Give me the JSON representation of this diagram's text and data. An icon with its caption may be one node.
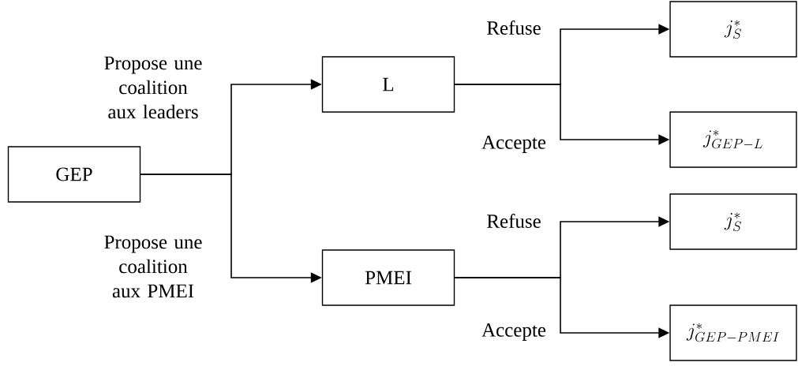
{
  "diagram": {
    "nodes": [
      {
        "text": [
          "GEP"
        ]
      },
      {
        "text": [
          "L"
        ]
      },
      {
        "text": [
          "PMEI"
        ]
      },
      {
        "text": [
          "j_S^*"
        ]
      },
      {
        "text": [
          "j^*_{GEP-L}"
        ]
      },
      {
        "text": [
          "j_S^*"
        ]
      },
      {
        "text": [
          "j^*_{GEP-PMEI}"
        ]
      }
    ],
    "edges": [
      {
        "from": 0,
        "to": 1,
        "arrow": "to",
        "label": "Propose une coalition aux leaders"
      },
      {
        "from": 0,
        "to": 2,
        "arrow": "to",
        "label": "Propose une coalition aux PMEI"
      },
      {
        "from": 1,
        "to": 3,
        "arrow": "to",
        "label": "Refuse"
      },
      {
        "from": 1,
        "to": 4,
        "arrow": "to",
        "label": "Accepte"
      },
      {
        "from": 2,
        "to": 5,
        "arrow": "to",
        "label": "Refuse"
      },
      {
        "from": 2,
        "to": 6,
        "arrow": "to",
        "label": "Accepte"
      }
    ]
  }
}
